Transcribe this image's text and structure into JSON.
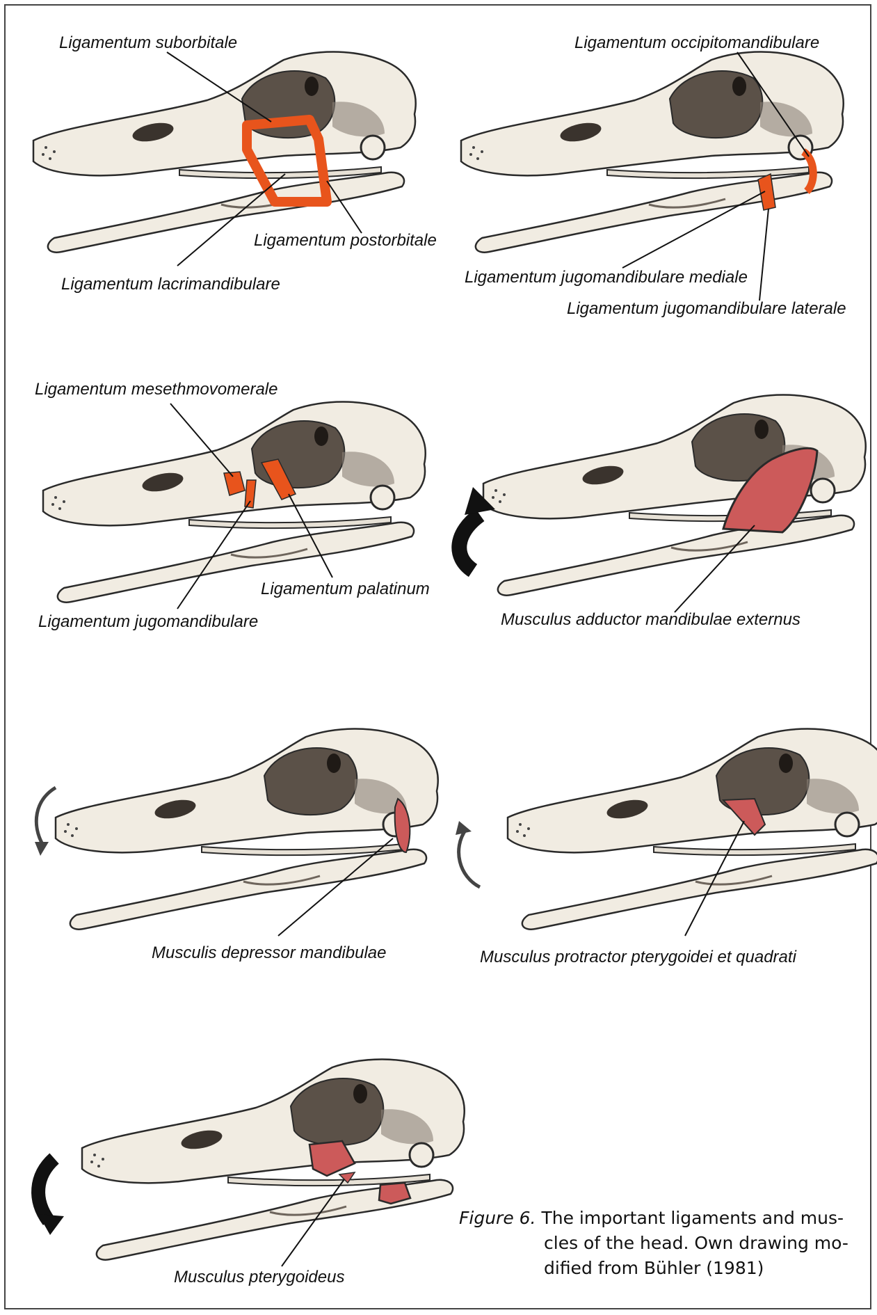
{
  "labels": {
    "p1_suborbitale": "Ligamentum suborbitale",
    "p1_postorbitale": "Ligamentum postorbitale",
    "p1_lacrimandibulare": "Ligamentum lacrimandibulare",
    "p2_occipitomandibulare": "Ligamentum occipitomandibulare",
    "p2_jugo_mediale": "Ligamentum jugomandibulare mediale",
    "p2_jugo_laterale": "Ligamentum jugomandibulare laterale",
    "p3_mesethmovomerale": "Ligamentum mesethmovomerale",
    "p3_palatinum": "Ligamentum palatinum",
    "p3_jugomandibulare": "Ligamentum jugomandibulare",
    "p4_adductor": "Musculus adductor mandibulae externus",
    "p5_depressor": "Musculis depressor mandibulae",
    "p6_protractor": "Musculus protractor pterygoidei et quadrati",
    "p7_pterygoideus": "Musculus pterygoideus"
  },
  "caption": {
    "figure_label": "Figure 6.",
    "line1": "The important ligaments and mus-",
    "line2": "cles of the head. Own drawing mo-",
    "line3": "dified from Bühler (1981)"
  },
  "colors": {
    "ligament": "#e8541c",
    "muscle": "#cc5a5a",
    "bone": "#f1ece2",
    "outline": "#2a2a2a",
    "arrow_black": "#111111",
    "arrow_gray": "#444444"
  }
}
